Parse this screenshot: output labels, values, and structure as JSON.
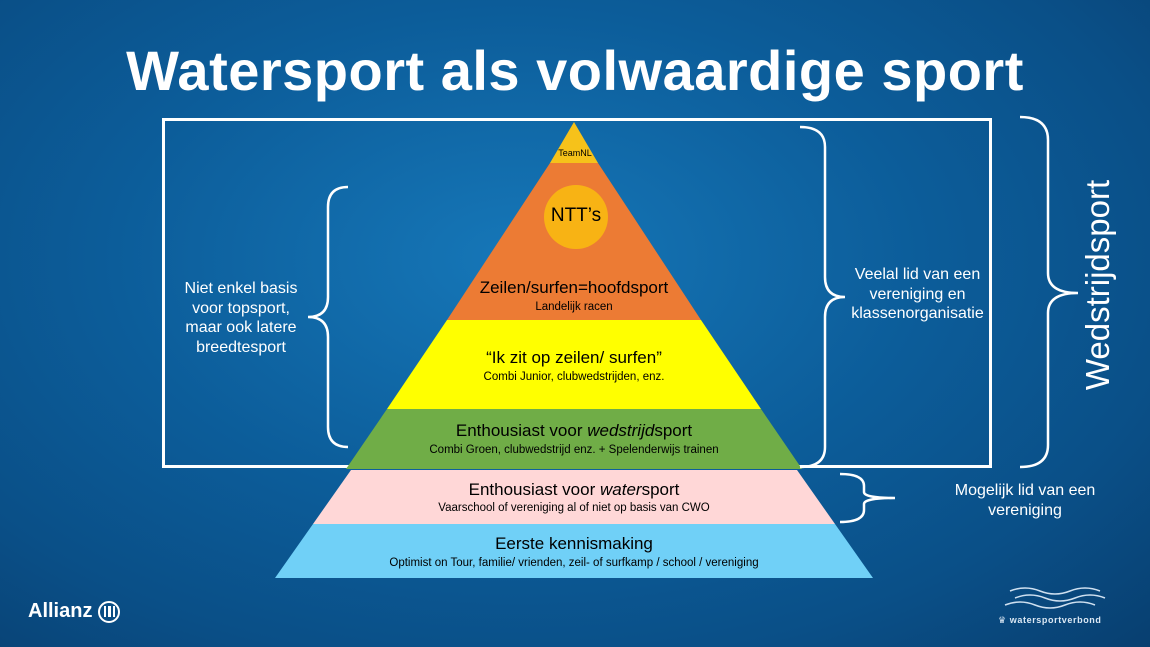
{
  "title": "Watersport als volwaardige sport",
  "pyramid": {
    "top": {
      "label": "TeamNL"
    },
    "ntt": {
      "label": "NTT’s"
    },
    "level5": {
      "main": "Zeilen/surfen=hoofdsport",
      "sub": "Landelijk racen"
    },
    "level4": {
      "main": "“Ik zit op zeilen/ surfen”",
      "sub": "Combi Junior, clubwedstrijden, enz."
    },
    "level3": {
      "main_pre": "Enthousiast voor ",
      "main_em": "wedstrijd",
      "main_post": "sport",
      "sub": "Combi Groen, clubwedstrijd enz. + Spelenderwijs trainen"
    },
    "level2": {
      "main_pre": "Enthousiast voor ",
      "main_em": "water",
      "main_post": "sport",
      "sub": "Vaarschool of vereniging al of niet op basis van CWO"
    },
    "level1": {
      "main": "Eerste kennismaking",
      "sub": "Optimist on Tour, familie/ vrienden, zeil- of surfkamp / school / vereniging"
    }
  },
  "left_note": "Niet enkel basis voor topsport, maar ook latere breedtesport",
  "right_note_1": "Veelal lid van een vereniging en klassenorganisatie",
  "right_note_2": "Mogelijk lid van een vereniging",
  "vertical_label": "Wedstrijdsport",
  "logos": {
    "allianz": "Allianz",
    "watersportverbond": "watersportverbond"
  },
  "colors": {
    "top": "#f6c21a",
    "orange": "#ec7b34",
    "ntt_circle": "#f8b314",
    "yellow": "#ffff00",
    "green": "#70ad47",
    "pink": "#ffd7d7",
    "lightblue": "#70d0f7"
  }
}
